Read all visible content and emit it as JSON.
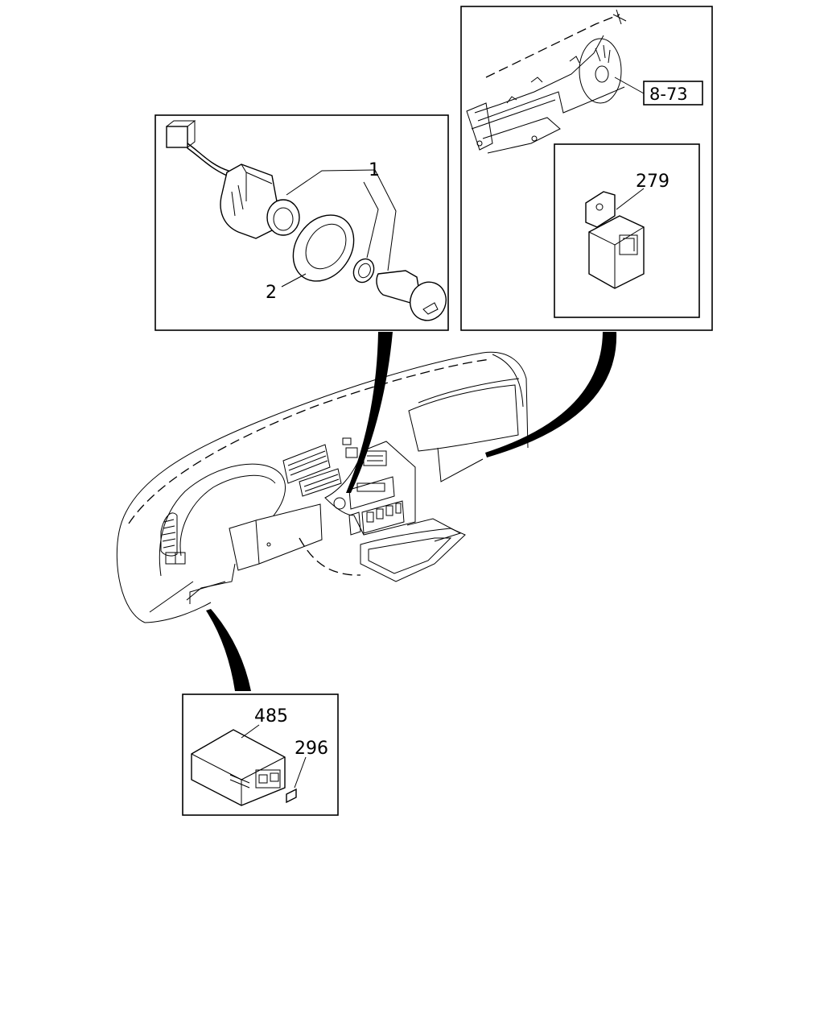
{
  "callouts": {
    "part_1": "1",
    "part_2": "2",
    "part_279": "279",
    "ref_8_73": "8-73",
    "part_485": "485",
    "part_296": "296"
  }
}
